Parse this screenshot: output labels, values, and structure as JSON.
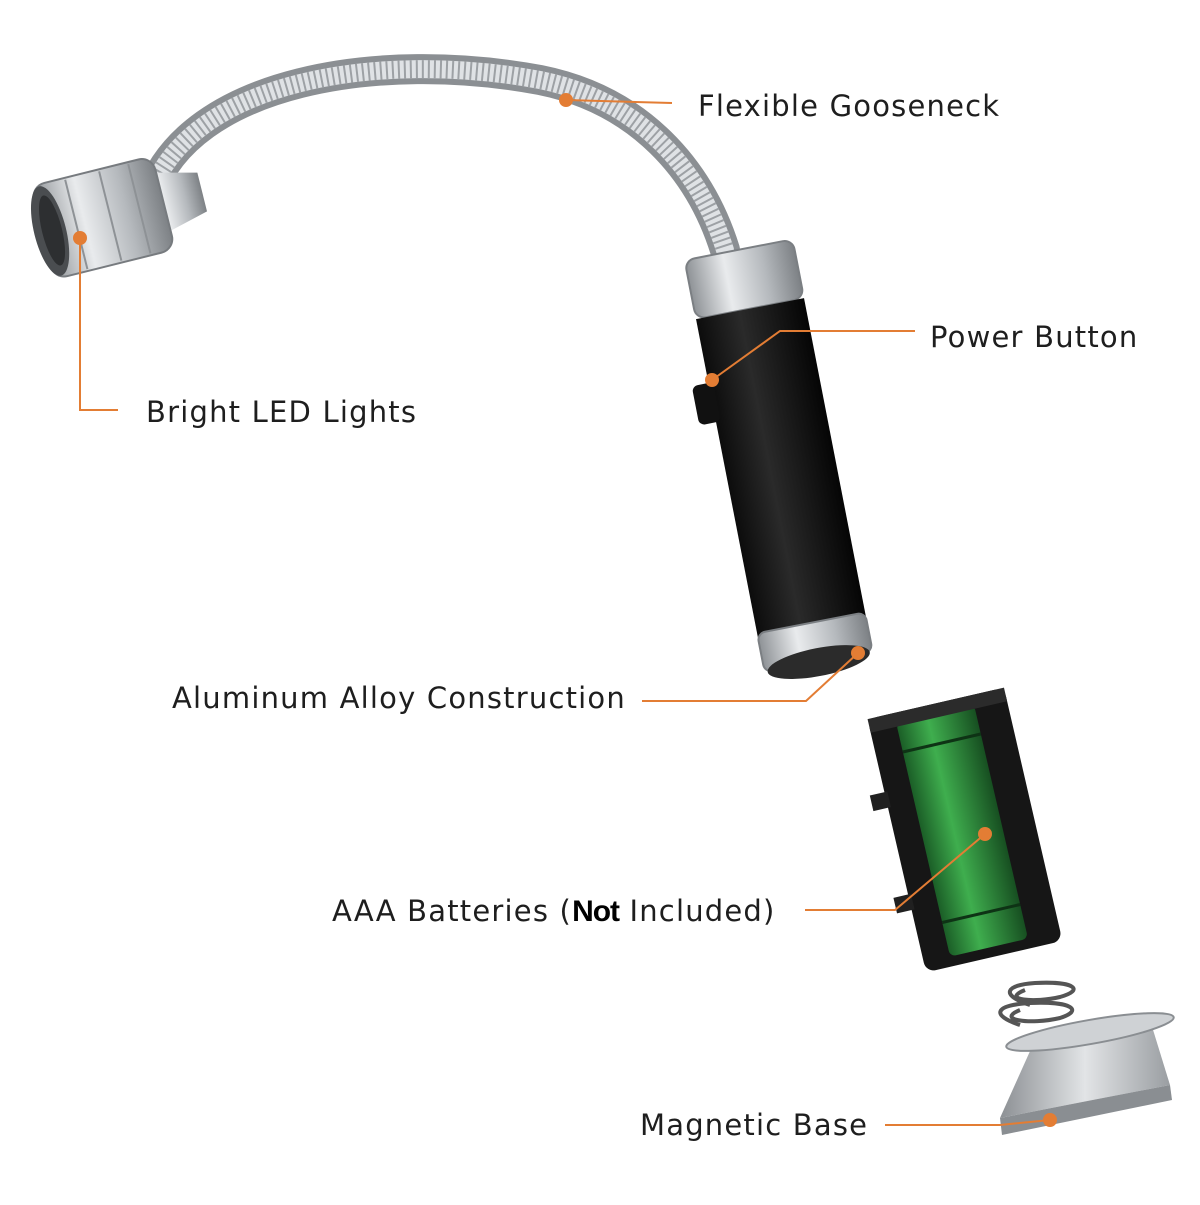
{
  "colors": {
    "callout": "#e37d34",
    "handle": "#1a1a1a",
    "metal": "#b9bcc0",
    "battery": "#2c8a3a",
    "text": "#1e1e1e"
  },
  "labels": {
    "gooseneck": "Flexible Gooseneck",
    "power_button": "Power Button",
    "led_lights": "Bright LED Lights",
    "aluminum": "Aluminum Alloy Construction",
    "batteries_prefix": "AAA Batteries (",
    "batteries_emphasis": "Not",
    "batteries_suffix": " Included)",
    "magnetic_base": "Magnetic Base"
  }
}
